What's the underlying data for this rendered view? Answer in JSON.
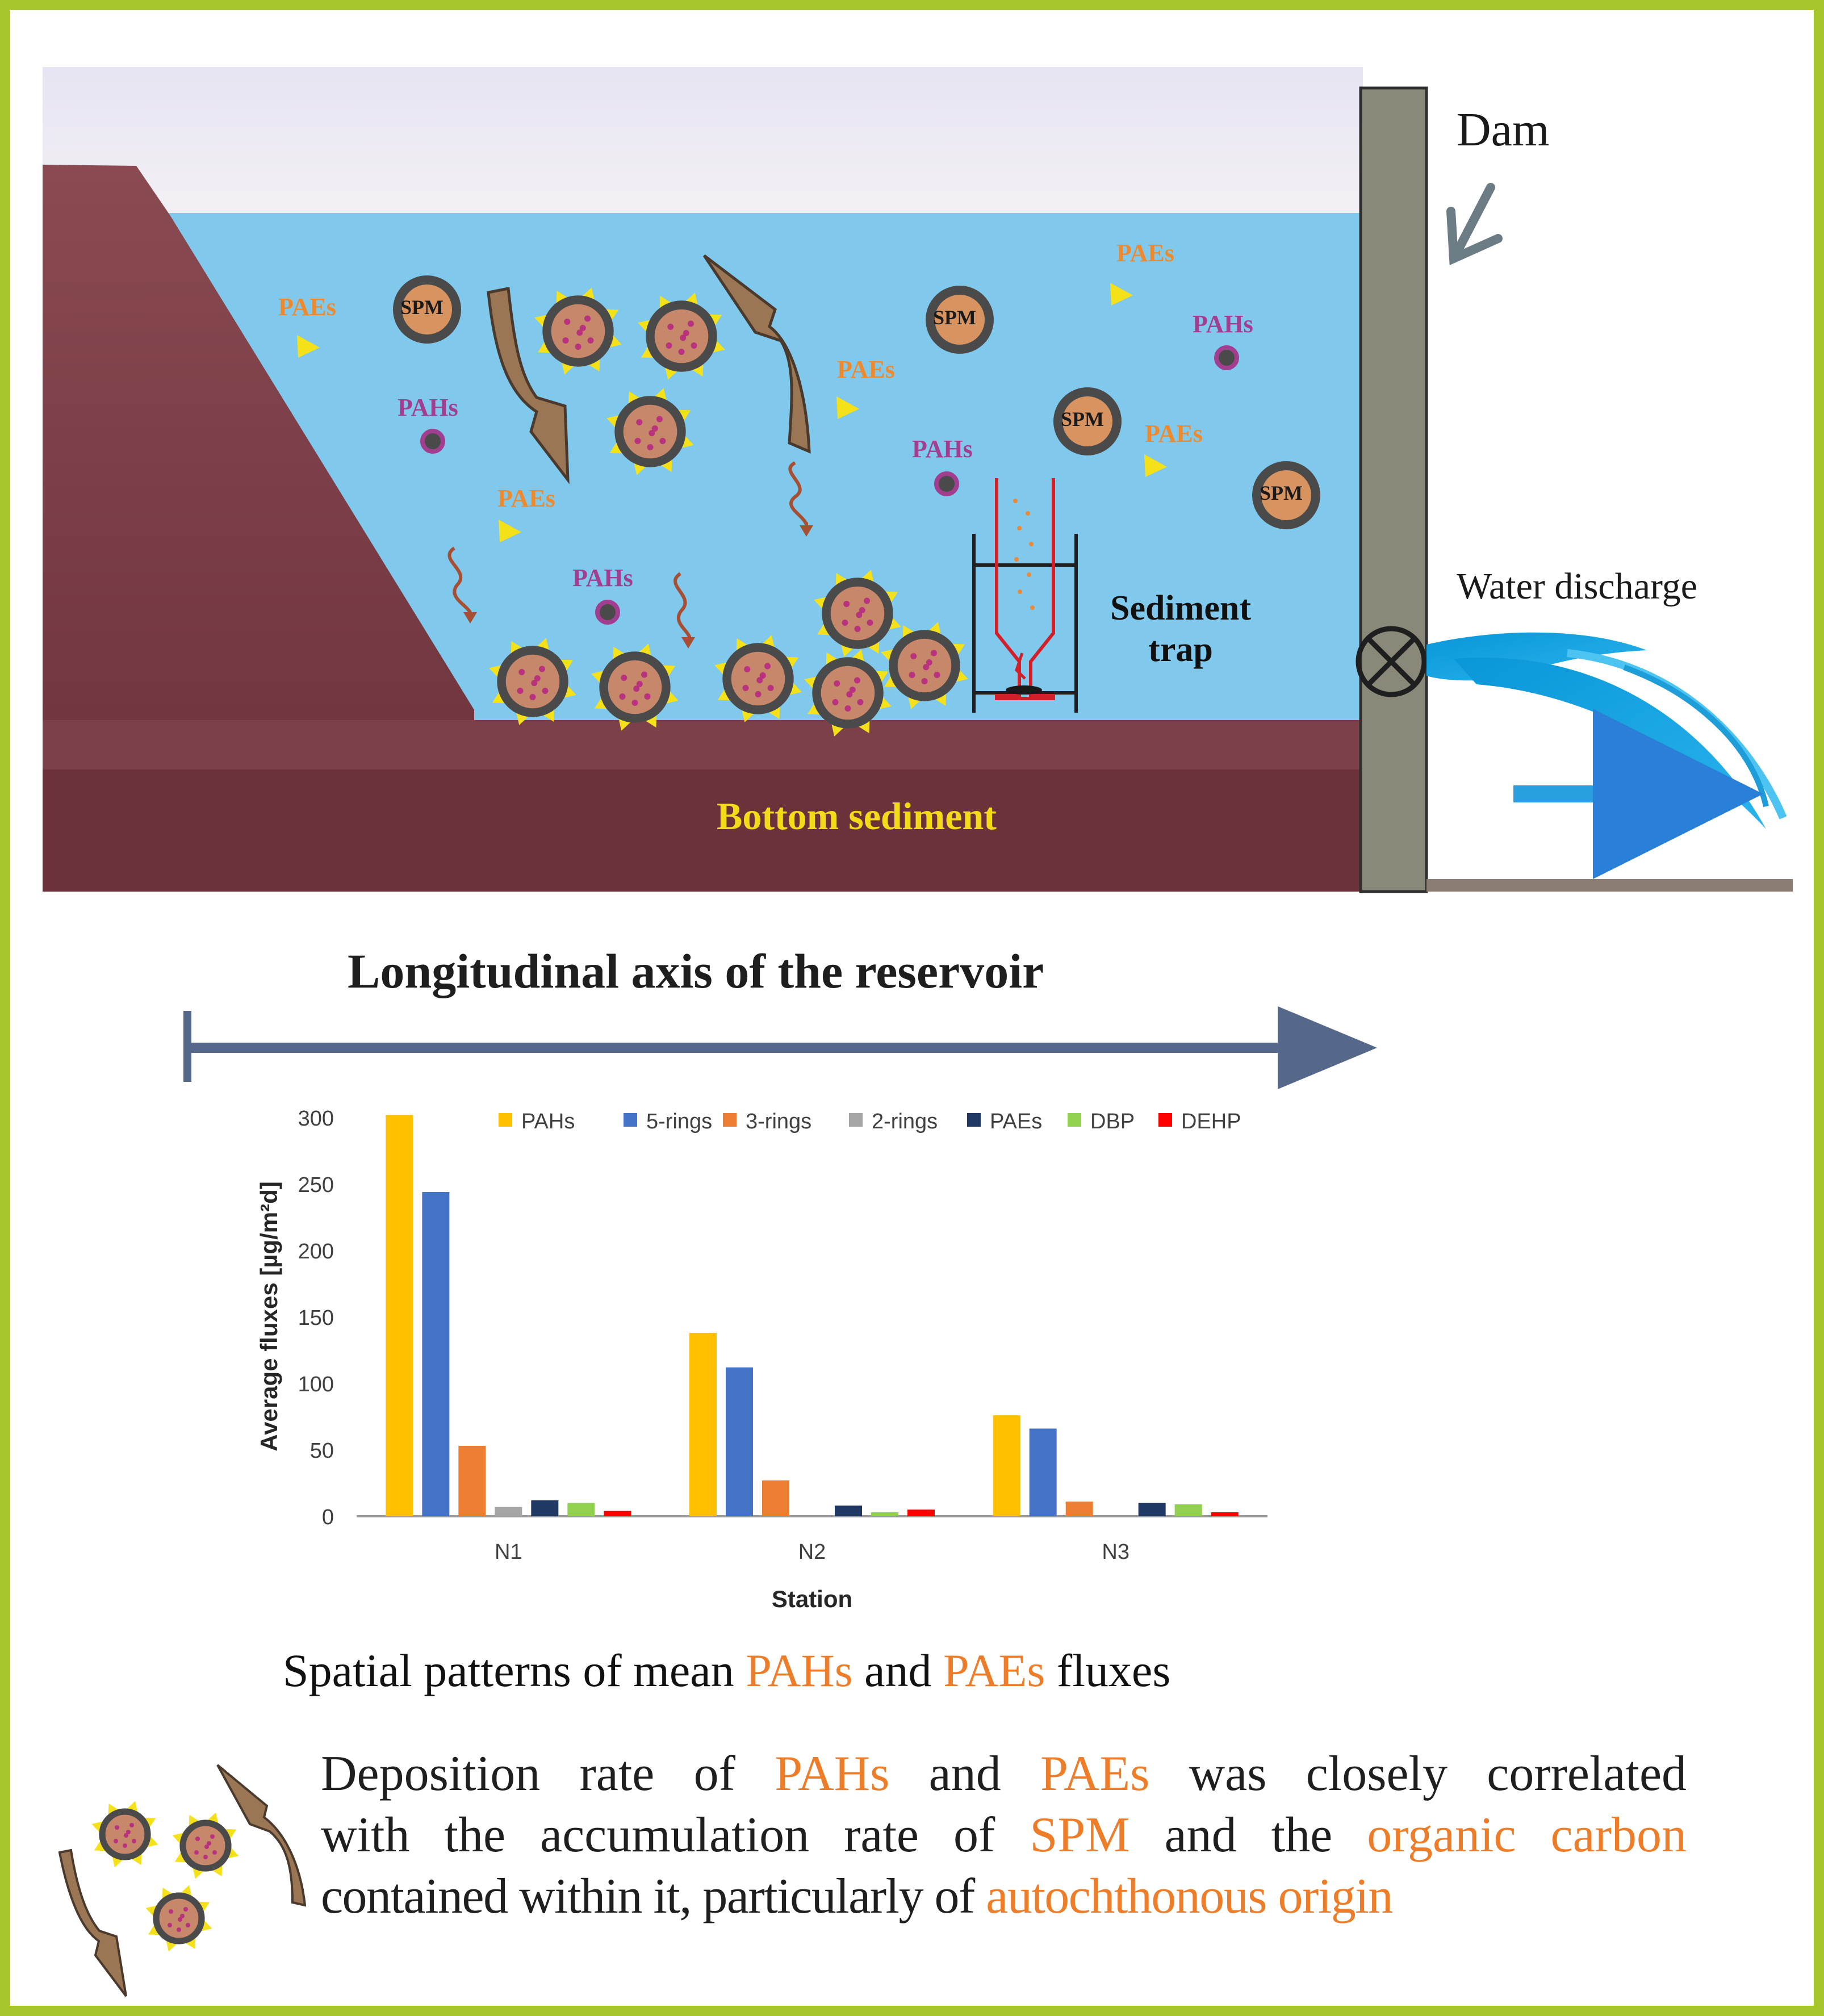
{
  "diagram": {
    "dam_label": "Dam",
    "water_discharge_label": "Water discharge",
    "sediment_trap_label_line1": "Sediment",
    "sediment_trap_label_line2": "trap",
    "bottom_sediment_label": "Bottom sediment",
    "particle_label": "SPM",
    "chemicals": {
      "paes": "PAEs",
      "pahs": "PAHs"
    },
    "axis_title": "Longitudinal axis of the reservoir"
  },
  "chart_data": {
    "type": "bar",
    "categories": [
      "N1",
      "N2",
      "N3"
    ],
    "series": [
      {
        "name": "PAHs",
        "color": "#ffc000",
        "values": [
          302,
          138,
          76
        ]
      },
      {
        "name": "5-rings",
        "color": "#4472c4",
        "values": [
          244,
          112,
          66
        ]
      },
      {
        "name": "3-rings",
        "color": "#ed7d31",
        "values": [
          53,
          27,
          11
        ]
      },
      {
        "name": "2-rings",
        "color": "#a5a5a5",
        "values": [
          7,
          0,
          0
        ]
      },
      {
        "name": "PAEs",
        "color": "#203864",
        "values": [
          12,
          8,
          10
        ]
      },
      {
        "name": "DBP",
        "color": "#92d050",
        "values": [
          10,
          3,
          9
        ]
      },
      {
        "name": "DEHP",
        "color": "#ff0000",
        "values": [
          4,
          5,
          3
        ]
      }
    ],
    "xlabel": "Station",
    "ylabel": "Average fluxes [µg/m²d]",
    "ylim": [
      0,
      300
    ],
    "yticks": [
      0,
      50,
      100,
      150,
      200,
      250,
      300
    ],
    "legend_position": "top",
    "grid": false
  },
  "caption": {
    "part1": "Spatial patterns of mean ",
    "hl1": "PAHs",
    "part2": " and ",
    "hl2": "PAEs",
    "part3": " fluxes"
  },
  "summary": {
    "l1a": "Deposition rate of ",
    "l1b": "PAHs",
    "l1c": " and ",
    "l1d": "PAEs",
    "l1e": " was closely correlated",
    "l2a": "with the accumulation rate of ",
    "l2b": "SPM",
    "l2c": " and the ",
    "l2d": "organic carbon",
    "l3a": "contained within it, particularly of ",
    "l3b": "autochthonous origin"
  },
  "colors": {
    "frame": "#a6c52a",
    "water": "#80c8ec",
    "sediment": "#7c4148",
    "dam": "#8a8878",
    "highlight": "#ee7d2a",
    "axis_arrow": "#55688a"
  }
}
